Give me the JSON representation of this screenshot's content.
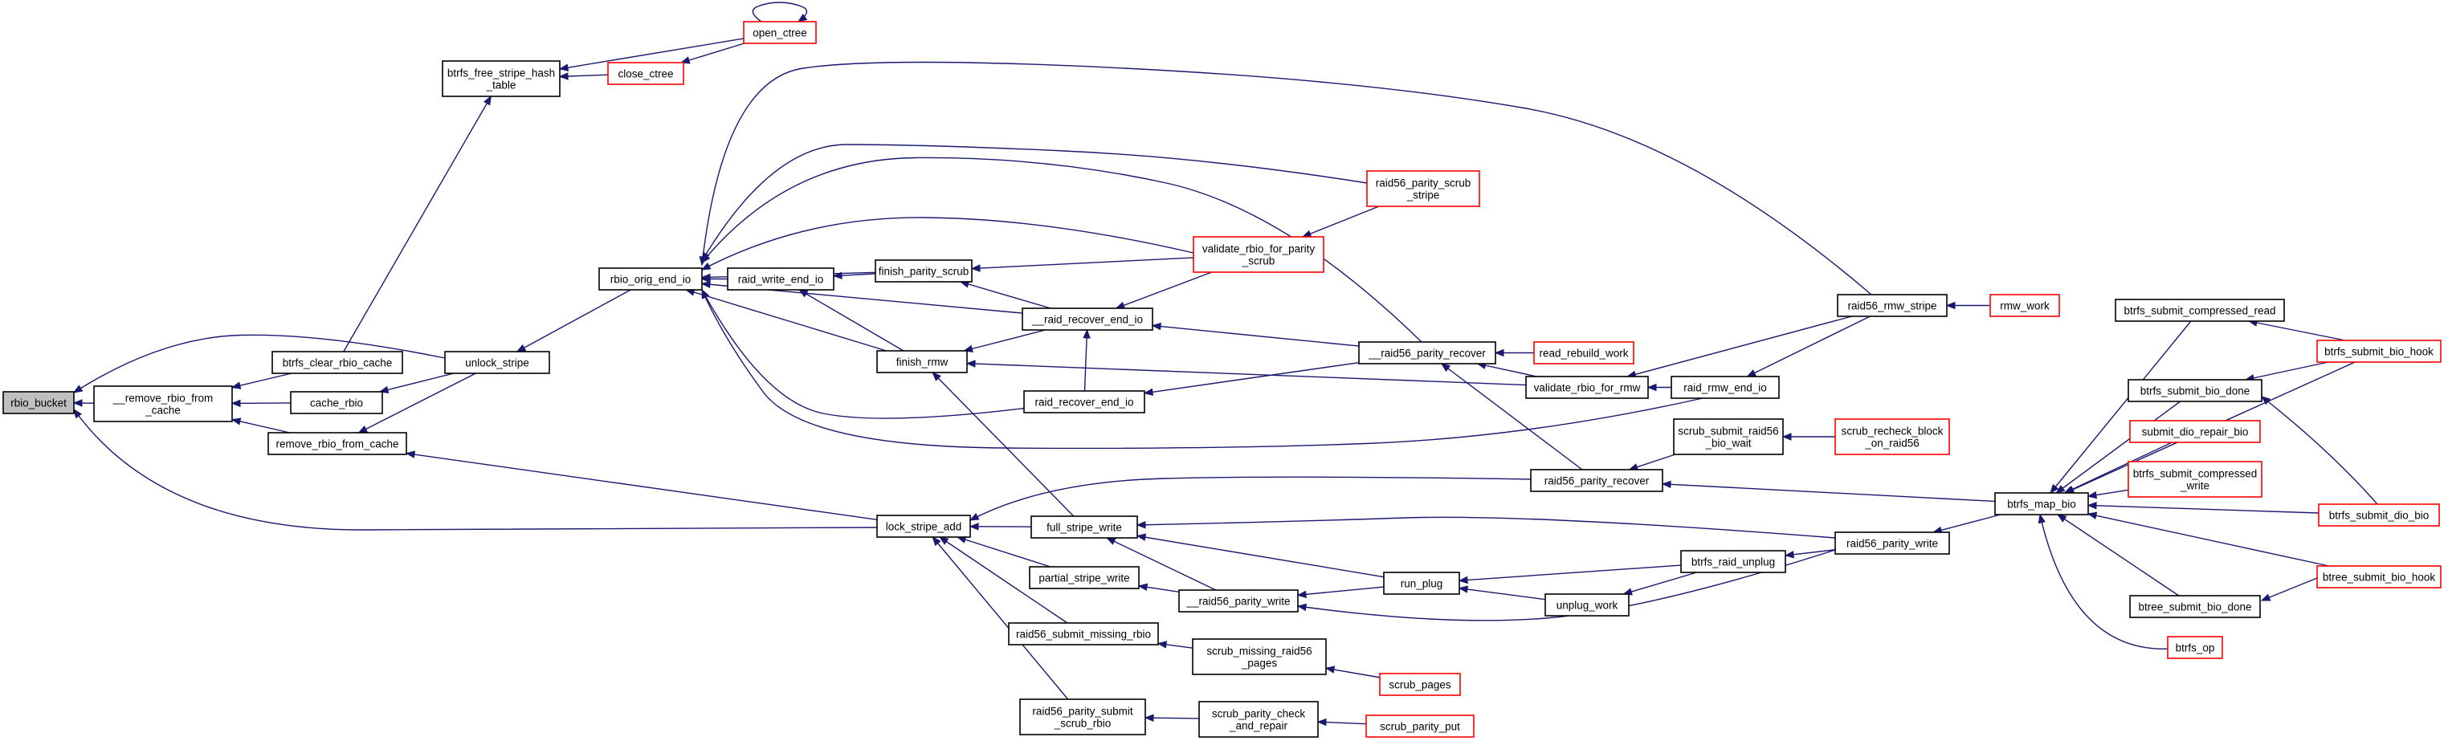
{
  "graph": {
    "title": "",
    "colors": {
      "edge": "#191970",
      "normal_border": "#000000",
      "truncated_border": "#ff0000",
      "root_fill": "#bfbfbf",
      "node_fill": "#ffffff"
    },
    "nodes": [
      {
        "id": "rbio_bucket",
        "lines": [
          "rbio_bucket"
        ],
        "style": "root"
      },
      {
        "id": "remove_rbio_from_cache_u",
        "lines": [
          "__remove_rbio_from",
          "_cache"
        ],
        "style": "normal"
      },
      {
        "id": "btrfs_clear_rbio_cache",
        "lines": [
          "btrfs_clear_rbio_cache"
        ],
        "style": "normal"
      },
      {
        "id": "cache_rbio",
        "lines": [
          "cache_rbio"
        ],
        "style": "normal"
      },
      {
        "id": "remove_rbio_from_cache",
        "lines": [
          "remove_rbio_from_cache"
        ],
        "style": "normal"
      },
      {
        "id": "btrfs_free_stripe_hash_table",
        "lines": [
          "btrfs_free_stripe_hash",
          "_table"
        ],
        "style": "normal"
      },
      {
        "id": "close_ctree",
        "lines": [
          "close_ctree"
        ],
        "style": "truncated"
      },
      {
        "id": "open_ctree",
        "lines": [
          "open_ctree"
        ],
        "style": "truncated"
      },
      {
        "id": "unlock_stripe",
        "lines": [
          "unlock_stripe"
        ],
        "style": "normal"
      },
      {
        "id": "lock_stripe_add",
        "lines": [
          "lock_stripe_add"
        ],
        "style": "normal"
      },
      {
        "id": "rbio_orig_end_io",
        "lines": [
          "rbio_orig_end_io"
        ],
        "style": "normal"
      },
      {
        "id": "raid_write_end_io",
        "lines": [
          "raid_write_end_io"
        ],
        "style": "normal"
      },
      {
        "id": "finish_parity_scrub",
        "lines": [
          "finish_parity_scrub"
        ],
        "style": "normal"
      },
      {
        "id": "finish_rmw",
        "lines": [
          "finish_rmw"
        ],
        "style": "normal"
      },
      {
        "id": "raid_recover_end_io_u",
        "lines": [
          "__raid_recover_end_io"
        ],
        "style": "normal"
      },
      {
        "id": "raid_recover_end_io",
        "lines": [
          "raid_recover_end_io"
        ],
        "style": "normal"
      },
      {
        "id": "validate_rbio_for_parity_scrub",
        "lines": [
          "validate_rbio_for_parity",
          "_scrub"
        ],
        "style": "truncated"
      },
      {
        "id": "raid56_parity_scrub_stripe",
        "lines": [
          "raid56_parity_scrub",
          "_stripe"
        ],
        "style": "truncated"
      },
      {
        "id": "raid56_parity_recover_u",
        "lines": [
          "__raid56_parity_recover"
        ],
        "style": "normal"
      },
      {
        "id": "read_rebuild_work",
        "lines": [
          "read_rebuild_work"
        ],
        "style": "truncated"
      },
      {
        "id": "validate_rbio_for_rmw",
        "lines": [
          "validate_rbio_for_rmw"
        ],
        "style": "normal"
      },
      {
        "id": "raid_rmw_end_io",
        "lines": [
          "raid_rmw_end_io"
        ],
        "style": "normal"
      },
      {
        "id": "raid56_rmw_stripe",
        "lines": [
          "raid56_rmw_stripe"
        ],
        "style": "normal"
      },
      {
        "id": "rmw_work",
        "lines": [
          "rmw_work"
        ],
        "style": "truncated"
      },
      {
        "id": "raid56_parity_recover",
        "lines": [
          "raid56_parity_recover"
        ],
        "style": "normal"
      },
      {
        "id": "scrub_submit_raid56_bio_wait",
        "lines": [
          "scrub_submit_raid56",
          "_bio_wait"
        ],
        "style": "normal"
      },
      {
        "id": "scrub_recheck_block_on_raid56",
        "lines": [
          "scrub_recheck_block",
          "_on_raid56"
        ],
        "style": "truncated"
      },
      {
        "id": "full_stripe_write",
        "lines": [
          "full_stripe_write"
        ],
        "style": "normal"
      },
      {
        "id": "partial_stripe_write",
        "lines": [
          "partial_stripe_write"
        ],
        "style": "normal"
      },
      {
        "id": "raid56_parity_write_u",
        "lines": [
          "__raid56_parity_write"
        ],
        "style": "normal"
      },
      {
        "id": "run_plug",
        "lines": [
          "run_plug"
        ],
        "style": "normal"
      },
      {
        "id": "unplug_work",
        "lines": [
          "unplug_work"
        ],
        "style": "normal"
      },
      {
        "id": "btrfs_raid_unplug",
        "lines": [
          "btrfs_raid_unplug"
        ],
        "style": "normal"
      },
      {
        "id": "raid56_parity_write",
        "lines": [
          "raid56_parity_write"
        ],
        "style": "normal"
      },
      {
        "id": "raid56_submit_missing_rbio",
        "lines": [
          "raid56_submit_missing_rbio"
        ],
        "style": "normal"
      },
      {
        "id": "scrub_missing_raid56_pages",
        "lines": [
          "scrub_missing_raid56",
          "_pages"
        ],
        "style": "normal"
      },
      {
        "id": "scrub_pages",
        "lines": [
          "scrub_pages"
        ],
        "style": "truncated"
      },
      {
        "id": "raid56_parity_submit_scrub_rbio",
        "lines": [
          "raid56_parity_submit",
          "_scrub_rbio"
        ],
        "style": "normal"
      },
      {
        "id": "scrub_parity_check_and_repair",
        "lines": [
          "scrub_parity_check",
          "_and_repair"
        ],
        "style": "normal"
      },
      {
        "id": "scrub_parity_put",
        "lines": [
          "scrub_parity_put"
        ],
        "style": "truncated"
      },
      {
        "id": "btrfs_map_bio",
        "lines": [
          "btrfs_map_bio"
        ],
        "style": "normal"
      },
      {
        "id": "btrfs_submit_compressed_read",
        "lines": [
          "btrfs_submit_compressed_read"
        ],
        "style": "normal"
      },
      {
        "id": "btrfs_submit_bio_hook",
        "lines": [
          "btrfs_submit_bio_hook"
        ],
        "style": "truncated"
      },
      {
        "id": "btrfs_submit_bio_done",
        "lines": [
          "btrfs_submit_bio_done"
        ],
        "style": "normal"
      },
      {
        "id": "submit_dio_repair_bio",
        "lines": [
          "submit_dio_repair_bio"
        ],
        "style": "truncated"
      },
      {
        "id": "btrfs_submit_compressed_write",
        "lines": [
          "btrfs_submit_compressed",
          "_write"
        ],
        "style": "truncated"
      },
      {
        "id": "btrfs_submit_dio_bio",
        "lines": [
          "btrfs_submit_dio_bio"
        ],
        "style": "truncated"
      },
      {
        "id": "btree_submit_bio_done",
        "lines": [
          "btree_submit_bio_done"
        ],
        "style": "normal"
      },
      {
        "id": "btree_submit_bio_hook",
        "lines": [
          "btree_submit_bio_hook"
        ],
        "style": "truncated"
      },
      {
        "id": "btrfs_op",
        "lines": [
          "btrfs_op"
        ],
        "style": "truncated"
      }
    ],
    "edges": [
      [
        "remove_rbio_from_cache_u",
        "rbio_bucket"
      ],
      [
        "unlock_stripe",
        "rbio_bucket"
      ],
      [
        "lock_stripe_add",
        "rbio_bucket"
      ],
      [
        "btrfs_clear_rbio_cache",
        "remove_rbio_from_cache_u"
      ],
      [
        "cache_rbio",
        "remove_rbio_from_cache_u"
      ],
      [
        "remove_rbio_from_cache",
        "remove_rbio_from_cache_u"
      ],
      [
        "btrfs_clear_rbio_cache",
        "btrfs_free_stripe_hash_table"
      ],
      [
        "unlock_stripe",
        "cache_rbio"
      ],
      [
        "unlock_stripe",
        "remove_rbio_from_cache"
      ],
      [
        "lock_stripe_add",
        "remove_rbio_from_cache"
      ],
      [
        "close_ctree",
        "btrfs_free_stripe_hash_table"
      ],
      [
        "open_ctree",
        "btrfs_free_stripe_hash_table"
      ],
      [
        "open_ctree",
        "close_ctree"
      ],
      [
        "open_ctree",
        "open_ctree"
      ],
      [
        "rbio_orig_end_io",
        "unlock_stripe"
      ],
      [
        "raid_write_end_io",
        "rbio_orig_end_io"
      ],
      [
        "finish_parity_scrub",
        "rbio_orig_end_io"
      ],
      [
        "finish_rmw",
        "rbio_orig_end_io"
      ],
      [
        "raid_recover_end_io_u",
        "rbio_orig_end_io"
      ],
      [
        "raid_recover_end_io",
        "rbio_orig_end_io"
      ],
      [
        "validate_rbio_for_parity_scrub",
        "rbio_orig_end_io"
      ],
      [
        "raid56_parity_scrub_stripe",
        "rbio_orig_end_io"
      ],
      [
        "raid56_parity_recover_u",
        "rbio_orig_end_io"
      ],
      [
        "raid56_rmw_stripe",
        "rbio_orig_end_io"
      ],
      [
        "raid_rmw_end_io",
        "rbio_orig_end_io"
      ],
      [
        "finish_parity_scrub",
        "raid_write_end_io"
      ],
      [
        "finish_rmw",
        "raid_write_end_io"
      ],
      [
        "validate_rbio_for_parity_scrub",
        "finish_parity_scrub"
      ],
      [
        "raid_recover_end_io_u",
        "finish_parity_scrub"
      ],
      [
        "raid_recover_end_io_u",
        "finish_rmw"
      ],
      [
        "validate_rbio_for_rmw",
        "finish_rmw"
      ],
      [
        "full_stripe_write",
        "finish_rmw"
      ],
      [
        "validate_rbio_for_parity_scrub",
        "raid_recover_end_io_u"
      ],
      [
        "raid_recover_end_io",
        "raid_recover_end_io_u"
      ],
      [
        "raid56_parity_recover_u",
        "raid_recover_end_io_u"
      ],
      [
        "raid56_parity_recover_u",
        "raid_recover_end_io"
      ],
      [
        "raid56_parity_scrub_stripe",
        "validate_rbio_for_parity_scrub"
      ],
      [
        "read_rebuild_work",
        "raid56_parity_recover_u"
      ],
      [
        "validate_rbio_for_rmw",
        "raid56_parity_recover_u"
      ],
      [
        "raid56_parity_recover",
        "raid56_parity_recover_u"
      ],
      [
        "raid_rmw_end_io",
        "validate_rbio_for_rmw"
      ],
      [
        "raid56_rmw_stripe",
        "validate_rbio_for_rmw"
      ],
      [
        "raid56_rmw_stripe",
        "raid_rmw_end_io"
      ],
      [
        "rmw_work",
        "raid56_rmw_stripe"
      ],
      [
        "raid56_parity_recover",
        "lock_stripe_add"
      ],
      [
        "scrub_submit_raid56_bio_wait",
        "raid56_parity_recover"
      ],
      [
        "btrfs_map_bio",
        "raid56_parity_recover"
      ],
      [
        "scrub_recheck_block_on_raid56",
        "scrub_submit_raid56_bio_wait"
      ],
      [
        "full_stripe_write",
        "lock_stripe_add"
      ],
      [
        "partial_stripe_write",
        "lock_stripe_add"
      ],
      [
        "raid56_submit_missing_rbio",
        "lock_stripe_add"
      ],
      [
        "raid56_parity_submit_scrub_rbio",
        "lock_stripe_add"
      ],
      [
        "raid56_parity_write_u",
        "full_stripe_write"
      ],
      [
        "run_plug",
        "full_stripe_write"
      ],
      [
        "raid56_parity_write",
        "full_stripe_write"
      ],
      [
        "raid56_parity_write_u",
        "partial_stripe_write"
      ],
      [
        "run_plug",
        "raid56_parity_write_u"
      ],
      [
        "raid56_parity_write",
        "raid56_parity_write_u"
      ],
      [
        "unplug_work",
        "run_plug"
      ],
      [
        "btrfs_raid_unplug",
        "run_plug"
      ],
      [
        "btrfs_raid_unplug",
        "unplug_work"
      ],
      [
        "raid56_parity_write",
        "btrfs_raid_unplug"
      ],
      [
        "btrfs_map_bio",
        "raid56_parity_write"
      ],
      [
        "scrub_missing_raid56_pages",
        "raid56_submit_missing_rbio"
      ],
      [
        "scrub_pages",
        "scrub_missing_raid56_pages"
      ],
      [
        "scrub_parity_check_and_repair",
        "raid56_parity_submit_scrub_rbio"
      ],
      [
        "scrub_parity_put",
        "scrub_parity_check_and_repair"
      ],
      [
        "btrfs_submit_compressed_read",
        "btrfs_map_bio"
      ],
      [
        "btrfs_submit_bio_hook",
        "btrfs_map_bio"
      ],
      [
        "btrfs_submit_bio_done",
        "btrfs_map_bio"
      ],
      [
        "submit_dio_repair_bio",
        "btrfs_map_bio"
      ],
      [
        "btrfs_submit_compressed_write",
        "btrfs_map_bio"
      ],
      [
        "btrfs_submit_dio_bio",
        "btrfs_map_bio"
      ],
      [
        "btree_submit_bio_done",
        "btrfs_map_bio"
      ],
      [
        "btree_submit_bio_hook",
        "btrfs_map_bio"
      ],
      [
        "btrfs_op",
        "btrfs_map_bio"
      ],
      [
        "btrfs_submit_bio_hook",
        "btrfs_submit_compressed_read"
      ],
      [
        "btrfs_submit_bio_hook",
        "btrfs_submit_bio_done"
      ],
      [
        "btrfs_submit_dio_bio",
        "btrfs_submit_bio_done"
      ],
      [
        "btree_submit_bio_hook",
        "btree_submit_bio_done"
      ]
    ]
  }
}
